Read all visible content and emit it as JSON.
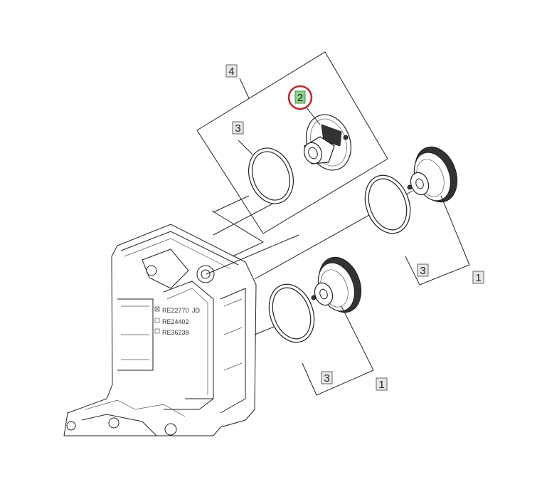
{
  "callouts": {
    "four": "4",
    "two": "2",
    "three_a": "3",
    "three_b": "3",
    "three_c": "3",
    "one_a": "1",
    "one_b": "1"
  },
  "housing_labels": {
    "row1": "RE22770",
    "row1_suffix": "JD",
    "row2": "RE24402",
    "row3": "RE36238"
  },
  "colors": {
    "highlight_fill": "#8fd18f",
    "highlight_ring": "#c0282a"
  }
}
